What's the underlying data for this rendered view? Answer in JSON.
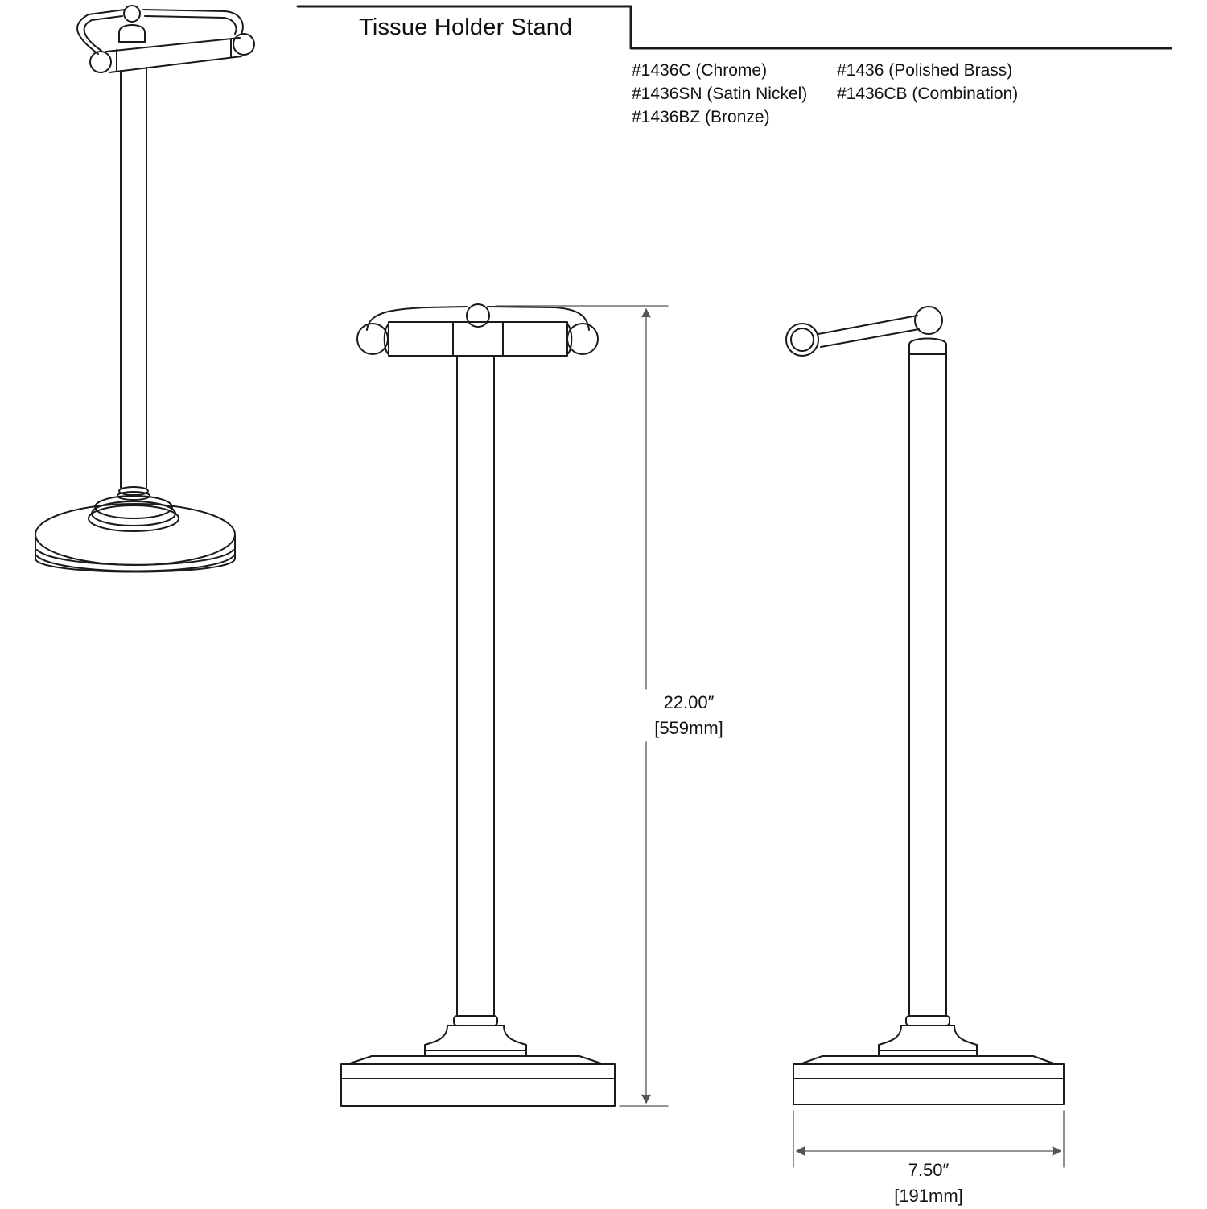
{
  "title": "Tissue Holder Stand",
  "variants": [
    "#1436C (Chrome)",
    "#1436 (Polished Brass)",
    "#1436SN (Satin Nickel)",
    "#1436CB (Combination)",
    "#1436BZ (Bronze)"
  ],
  "dimensions": {
    "height": {
      "imperial": "22.00″",
      "metric": "[559mm]"
    },
    "width": {
      "imperial": "7.50″",
      "metric": "[191mm]"
    }
  },
  "colors": {
    "line": "#1a1a1a",
    "dimension_line": "#555555",
    "background": "#ffffff"
  }
}
